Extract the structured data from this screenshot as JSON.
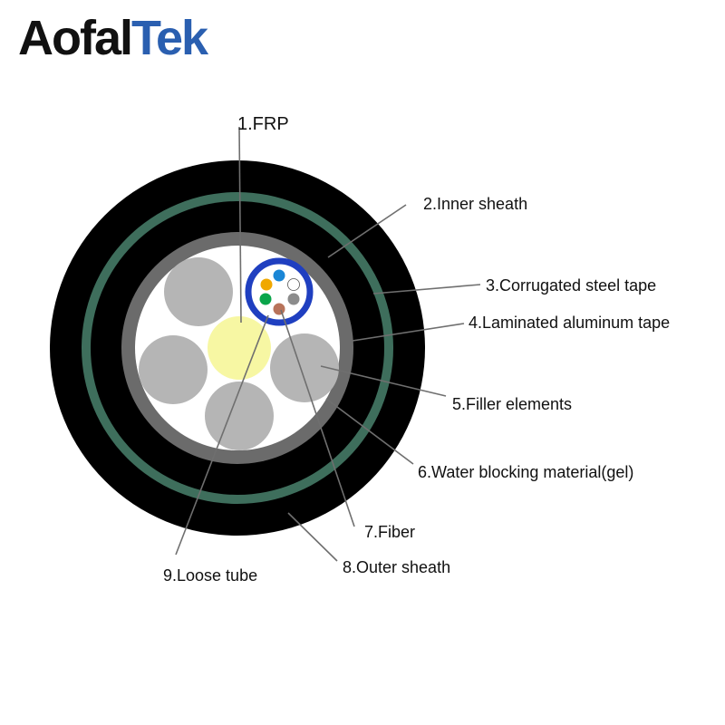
{
  "brand": {
    "part1": "Aofal",
    "part2": "Tek",
    "color_dark": "#111111",
    "color_blue": "#2a5fb0"
  },
  "labels": {
    "frp": "1.FRP",
    "inner_sheath": "2.Inner sheath",
    "corrugated_steel_tape": "3.Corrugated steel tape",
    "laminated_aluminum_tape": "4.Laminated aluminum tape",
    "filler_elements": "5.Filler elements",
    "water_blocking_material": "6.Water blocking material(gel)",
    "fiber": "7.Fiber",
    "outer_sheath": "8.Outer sheath",
    "loose_tube": "9.Loose tube"
  },
  "colors": {
    "outer_sheath": "#000000",
    "steel_tape": "#3e6e5c",
    "inner_sheath": "#000000",
    "aluminum_tape": "#6b6b6b",
    "core_gel": "#ffffff",
    "filler": "#b5b5b5",
    "frp": "#f7f7a3",
    "loose_tube_ring": "#1f3fc0",
    "fibers": [
      "#f0a800",
      "#1a86d6",
      "#ffffff",
      "#0aa54a",
      "#8c8c8c",
      "#b8735a"
    ]
  }
}
